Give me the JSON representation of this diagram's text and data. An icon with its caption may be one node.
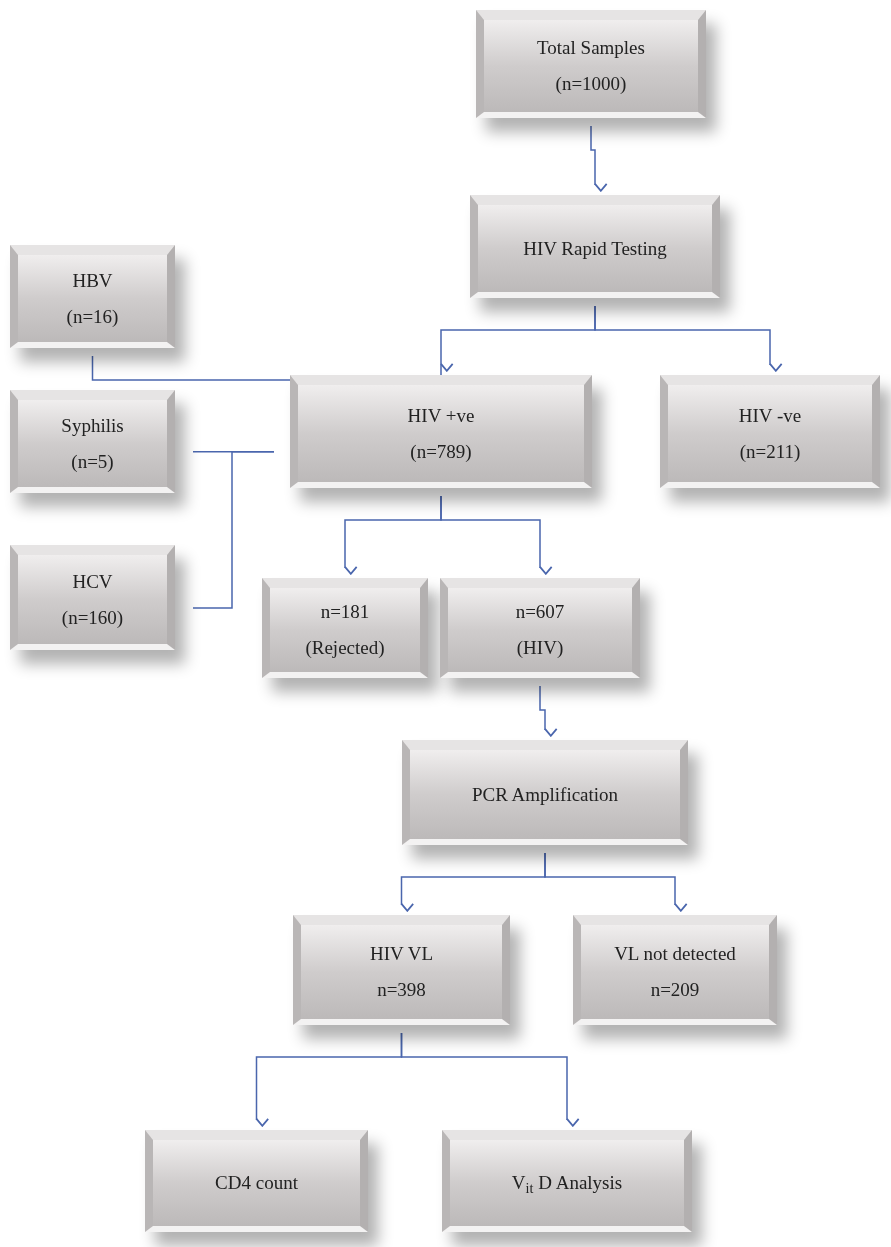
{
  "diagram": {
    "nodes": [
      {
        "text": [
          "Total Samples",
          "(n=1000)"
        ]
      },
      {
        "text": [
          "HIV Rapid Testing"
        ]
      },
      {
        "text": [
          "HBV",
          "(n=16)"
        ]
      },
      {
        "text": [
          "Syphilis",
          "(n=5)"
        ]
      },
      {
        "text": [
          "HCV",
          "(n=160)"
        ]
      },
      {
        "text": [
          "HIV +ve",
          "(n=789)"
        ]
      },
      {
        "text": [
          "HIV -ve",
          "(n=211)"
        ]
      },
      {
        "text": [
          "n=181",
          "(Rejected)"
        ]
      },
      {
        "text": [
          "n=607",
          "(HIV)"
        ]
      },
      {
        "text": [
          "PCR Amplification"
        ]
      },
      {
        "text": [
          "HIV VL",
          "n=398"
        ]
      },
      {
        "text": [
          "VL not detected",
          "n=209"
        ]
      },
      {
        "text": [
          "CD4 count"
        ]
      },
      {
        "text": [
          "V$_{it}$ D Analysis"
        ]
      }
    ],
    "edges": [
      {
        "from": 0,
        "to": 1,
        "arrow": "to"
      },
      {
        "from": 1,
        "to": 5,
        "arrow": "to"
      },
      {
        "from": 1,
        "to": 6,
        "arrow": "to"
      },
      {
        "from": 2,
        "to": 5,
        "arrow": "none"
      },
      {
        "from": 3,
        "to": 5,
        "arrow": "none"
      },
      {
        "from": 4,
        "to": 5,
        "arrow": "none"
      },
      {
        "from": 5,
        "to": 7,
        "arrow": "to"
      },
      {
        "from": 5,
        "to": 8,
        "arrow": "to"
      },
      {
        "from": 8,
        "to": 9,
        "arrow": "to"
      },
      {
        "from": 9,
        "to": 10,
        "arrow": "to"
      },
      {
        "from": 9,
        "to": 11,
        "arrow": "to"
      },
      {
        "from": 10,
        "to": 12,
        "arrow": "to"
      },
      {
        "from": 10,
        "to": 13,
        "arrow": "to"
      }
    ]
  }
}
